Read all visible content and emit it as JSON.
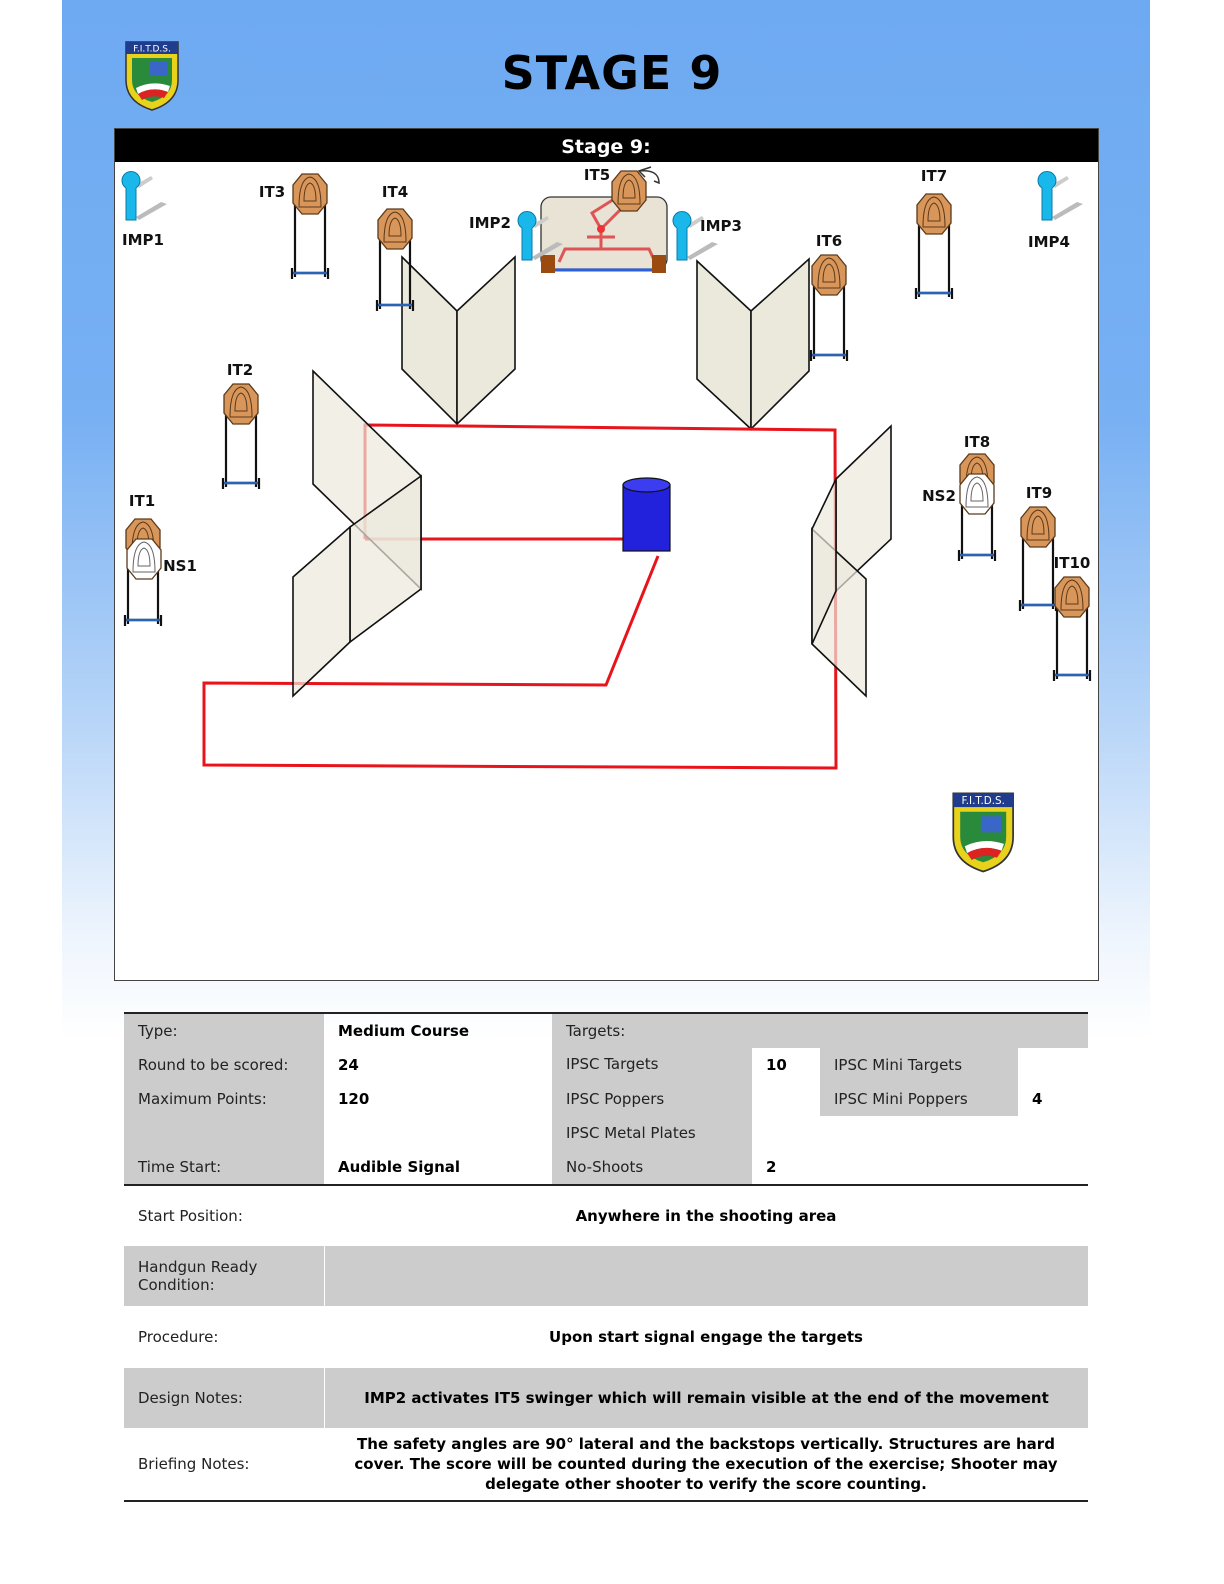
{
  "header": {
    "title": "STAGE 9",
    "logo_text": "F.I.T.D.S."
  },
  "diagram": {
    "title": "Stage 9:",
    "labels": {
      "imp1": "IMP1",
      "imp2": "IMP2",
      "imp3": "IMP3",
      "imp4": "IMP4",
      "it1": "IT1",
      "it2": "IT2",
      "it3": "IT3",
      "it4": "IT4",
      "it5": "IT5",
      "it6": "IT6",
      "it7": "IT7",
      "it8": "IT8",
      "it9": "IT9",
      "it10": "IT10",
      "ns1": "NS1",
      "ns2": "NS2"
    },
    "colors": {
      "path": "#e8141c",
      "barrel": "#2222dd",
      "popper": "#1ab8ea",
      "target": "#d9965a",
      "wall": "#ebe8dc"
    }
  },
  "info": {
    "type_label": "Type:",
    "type_value": "Medium Course",
    "rounds_label": "Round to be scored:",
    "rounds_value": "24",
    "points_label": "Maximum Points:",
    "points_value": "120",
    "time_label": "Time Start:",
    "time_value": "Audible Signal",
    "targets_label": "Targets:",
    "ipsc_targets_label": "IPSC Targets",
    "ipsc_targets_value": "10",
    "ipsc_mini_targets_label": "IPSC Mini Targets",
    "ipsc_poppers_label": "IPSC Poppers",
    "ipsc_mini_poppers_label": "IPSC Mini Poppers",
    "ipsc_mini_poppers_value": "4",
    "metal_plates_label": "IPSC Metal Plates",
    "no_shoots_label": "No-Shoots",
    "no_shoots_value": "2",
    "start_label": "Start Position:",
    "start_value": "Anywhere in the shooting area",
    "ready_label": "Handgun Ready Condition:",
    "procedure_label": "Procedure:",
    "procedure_value": "Upon start signal engage the targets",
    "design_label": "Design Notes:",
    "design_value": "IMP2 activates IT5 swinger which will remain visible at the end of the movement",
    "briefing_label": "Briefing Notes:",
    "briefing_value": "The safety angles are 90° lateral and the backstops vertically. Structures are hard cover. The score will be counted during the execution of the exercise; Shooter may delegate other shooter to verify the score counting."
  }
}
